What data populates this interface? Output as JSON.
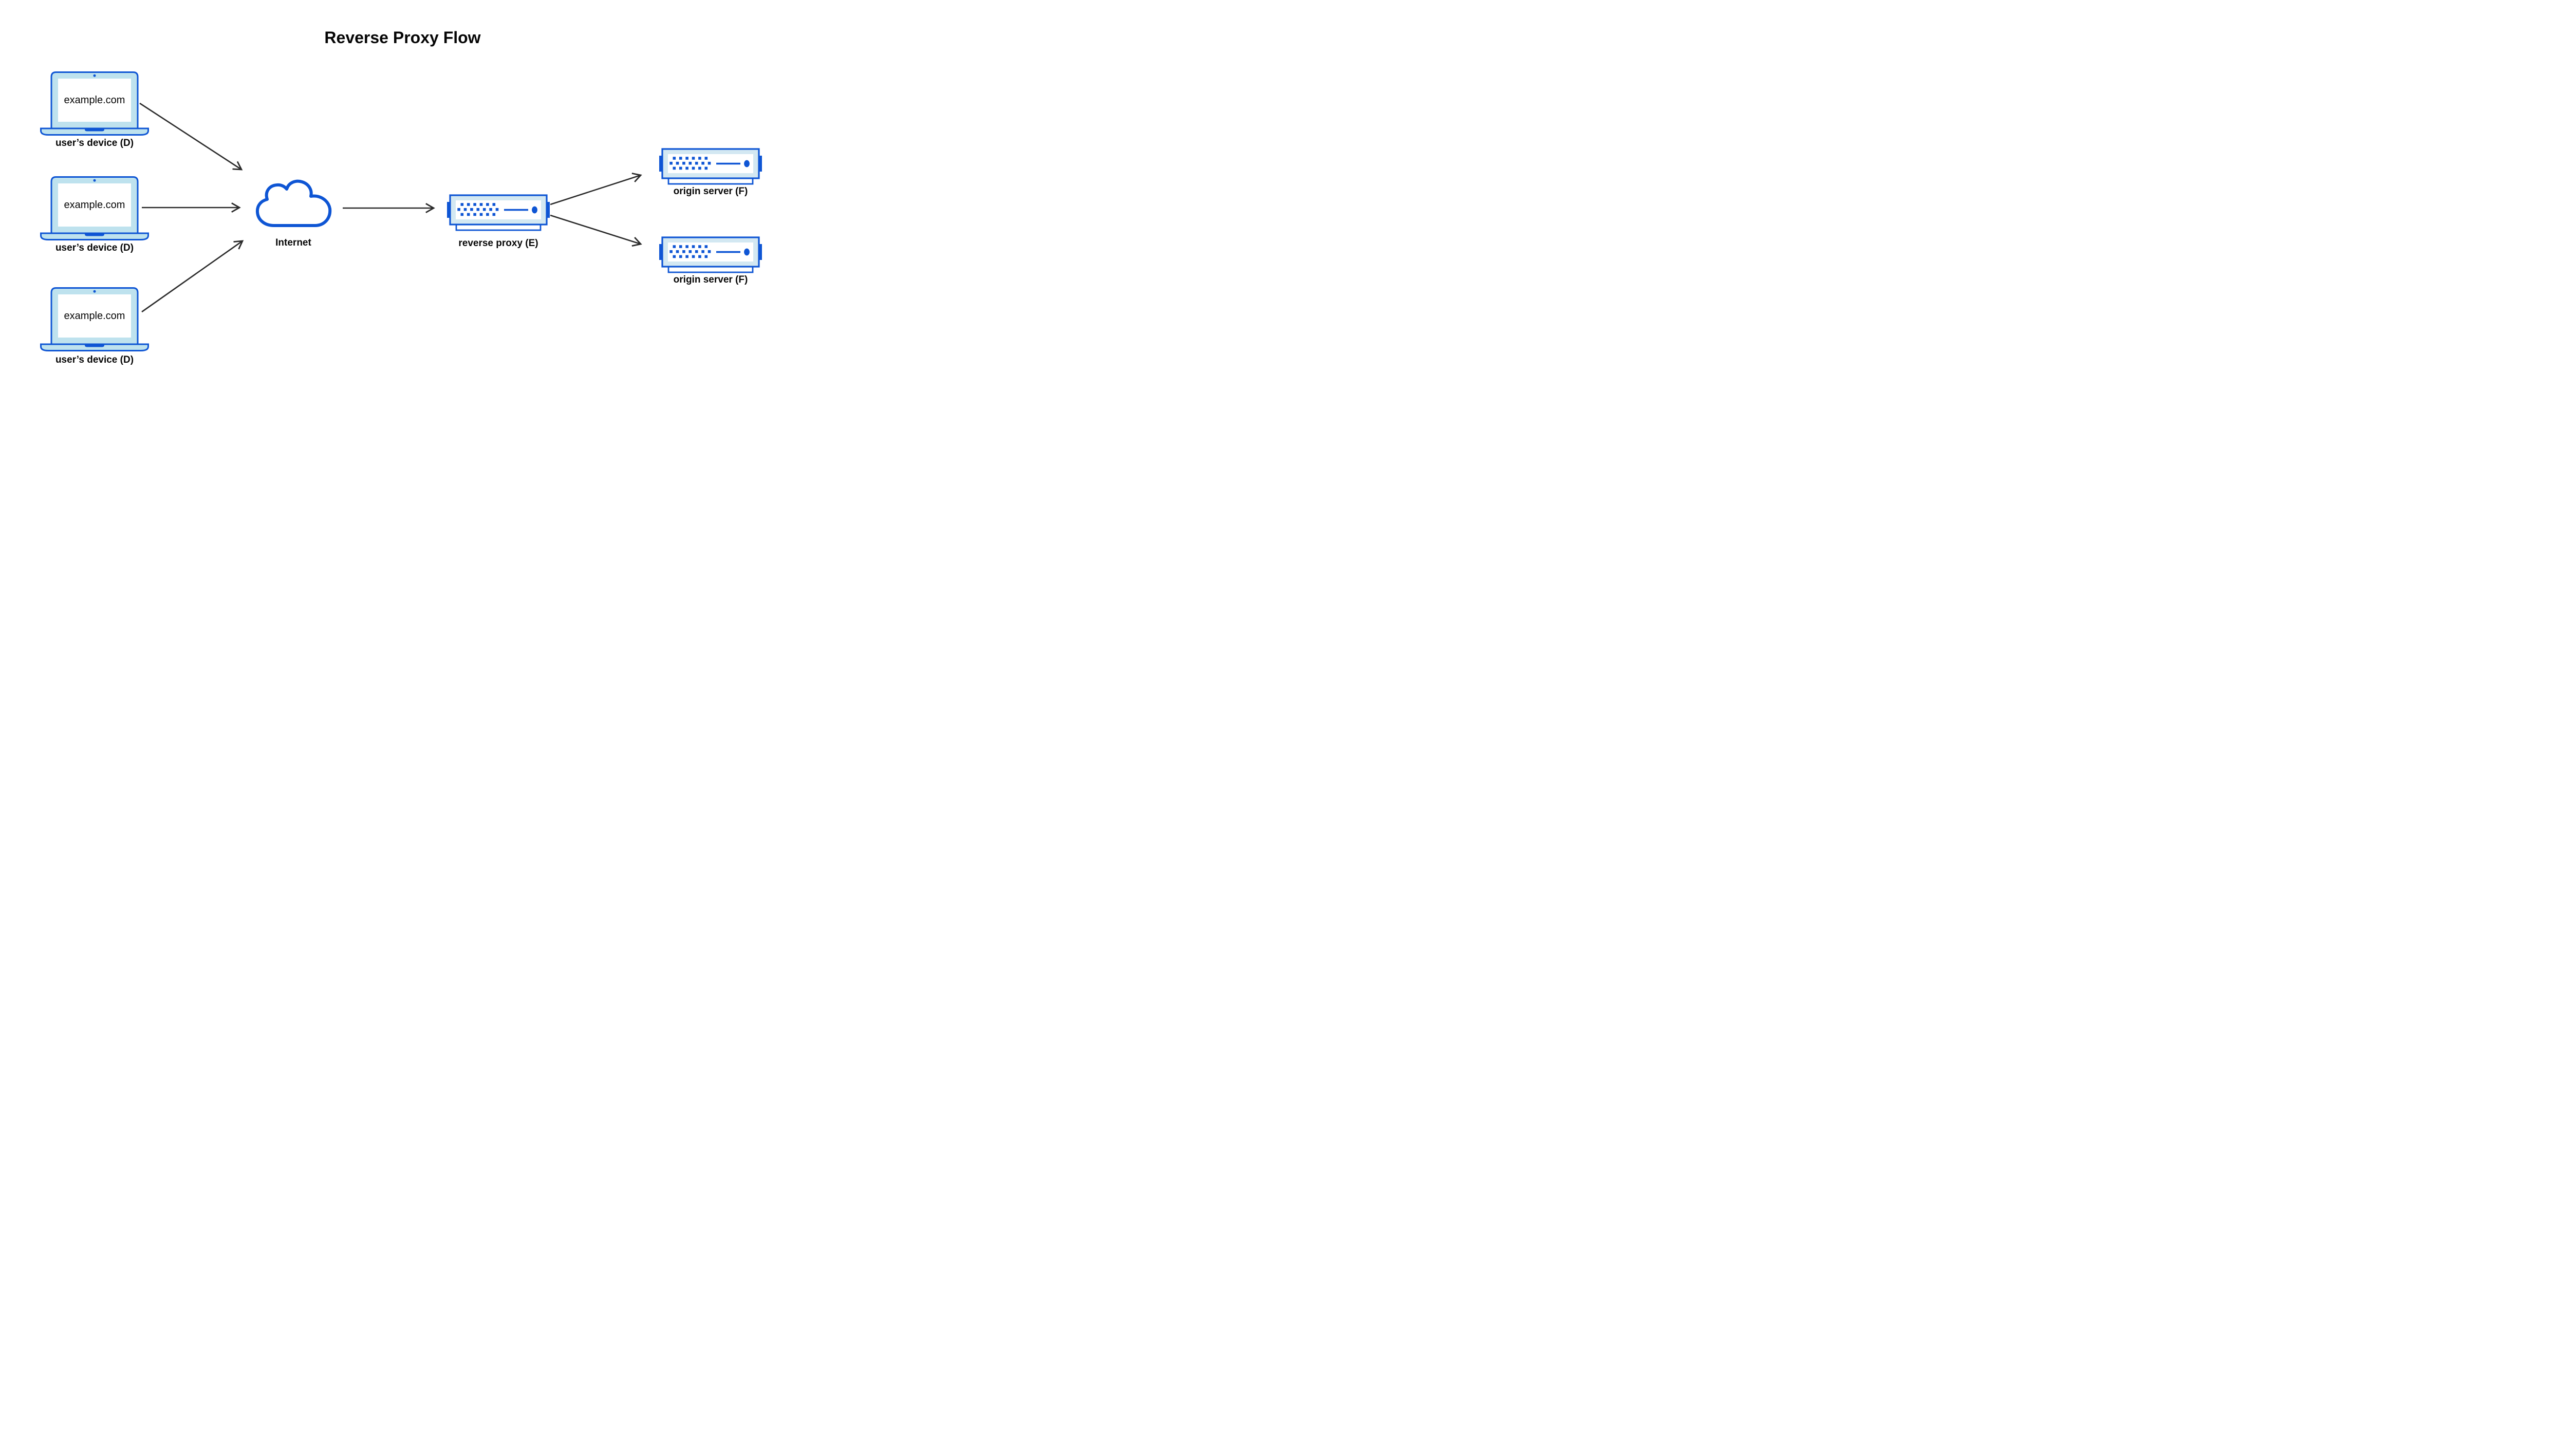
{
  "title": "Reverse Proxy Flow",
  "colors": {
    "accent": "#0e55d4",
    "laptop_fill": "#bee2ee",
    "server_fill": "#d3e8f2",
    "screen_fill": "#ffffff",
    "arrow": "#2b2b2b",
    "text": "#050505"
  },
  "nodes": {
    "devices": [
      {
        "screen": "example.com",
        "label": "user’s device (D)"
      },
      {
        "screen": "example.com",
        "label": "user’s device (D)"
      },
      {
        "screen": "example.com",
        "label": "user’s device (D)"
      }
    ],
    "internet": {
      "label": "Internet"
    },
    "reverse_proxy": {
      "label": "reverse proxy (E)"
    },
    "origin_servers": [
      {
        "label": "origin server (F)"
      },
      {
        "label": "origin server (F)"
      }
    ]
  },
  "edges": [
    {
      "from": "user-device-1",
      "to": "internet"
    },
    {
      "from": "user-device-2",
      "to": "internet"
    },
    {
      "from": "user-device-3",
      "to": "internet"
    },
    {
      "from": "internet",
      "to": "reverse-proxy"
    },
    {
      "from": "reverse-proxy",
      "to": "origin-server-1"
    },
    {
      "from": "reverse-proxy",
      "to": "origin-server-2"
    }
  ]
}
